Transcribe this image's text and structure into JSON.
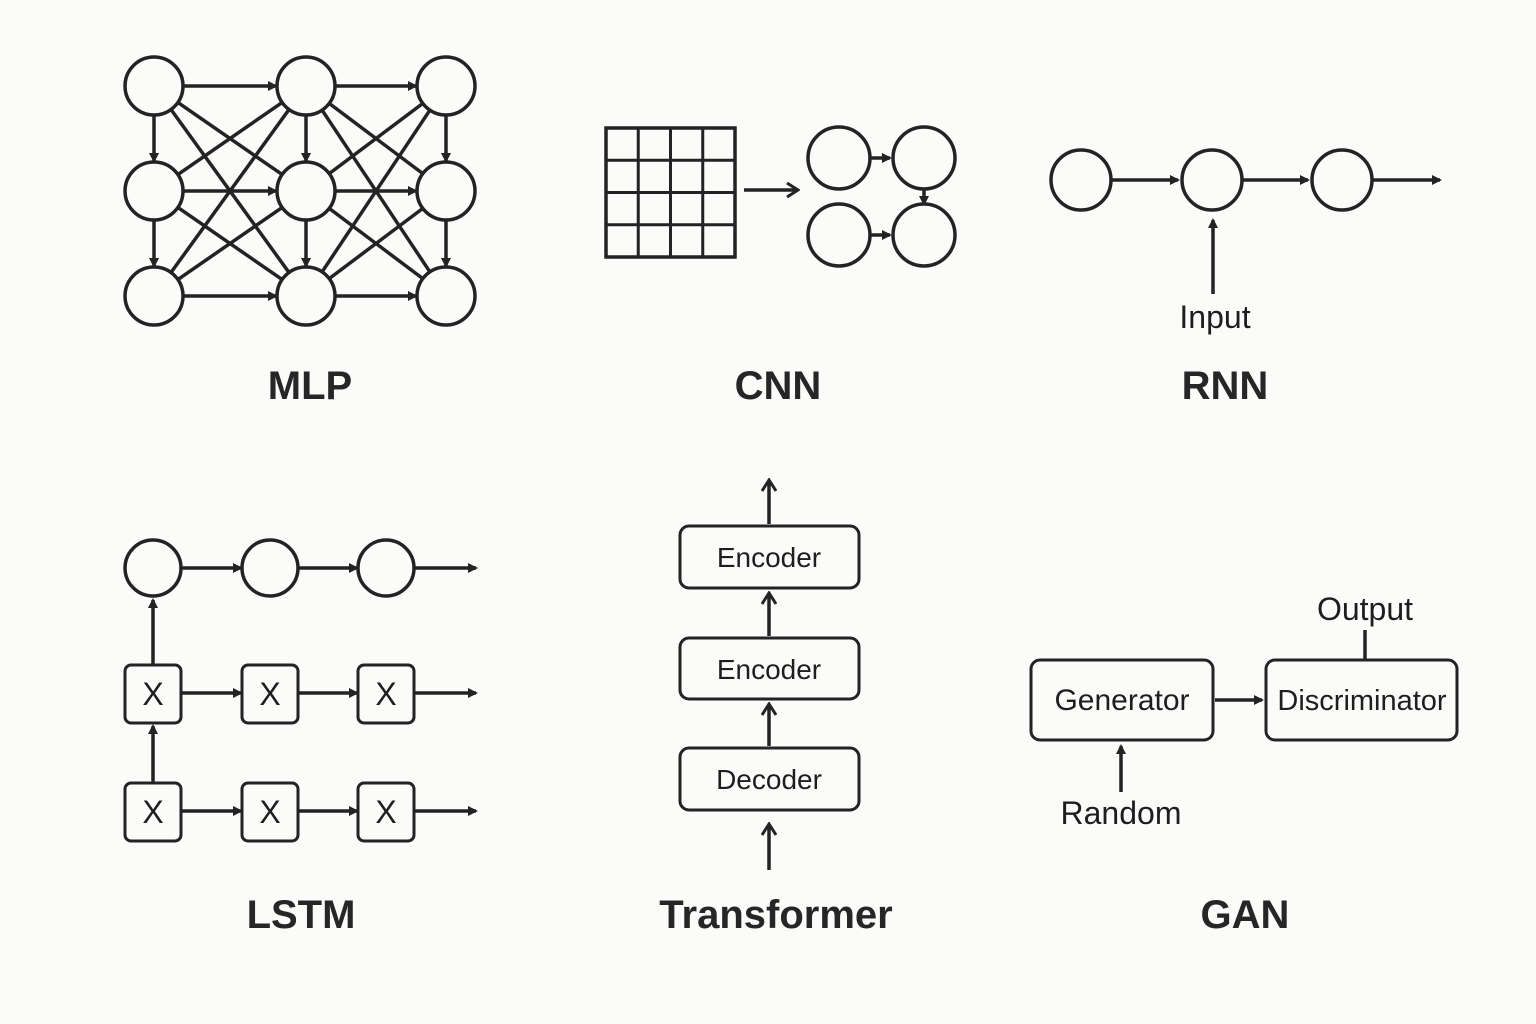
{
  "diagrams": {
    "mlp": {
      "title": "MLP",
      "layers": 3,
      "nodes_per_layer": 3
    },
    "cnn": {
      "title": "CNN",
      "grid_rows": 4,
      "grid_cols": 4,
      "feature_nodes": 4
    },
    "rnn": {
      "title": "RNN",
      "input_label": "Input",
      "nodes": 3
    },
    "lstm": {
      "title": "LSTM",
      "gate_symbol": "X",
      "rows": 3,
      "cols": 3
    },
    "transformer": {
      "title": "Transformer",
      "blocks": [
        "Encoder",
        "Encoder",
        "Decoder"
      ]
    },
    "gan": {
      "title": "GAN",
      "generator_label": "Generator",
      "discriminator_label": "Discriminator",
      "random_label": "Random",
      "output_label": "Output"
    }
  }
}
